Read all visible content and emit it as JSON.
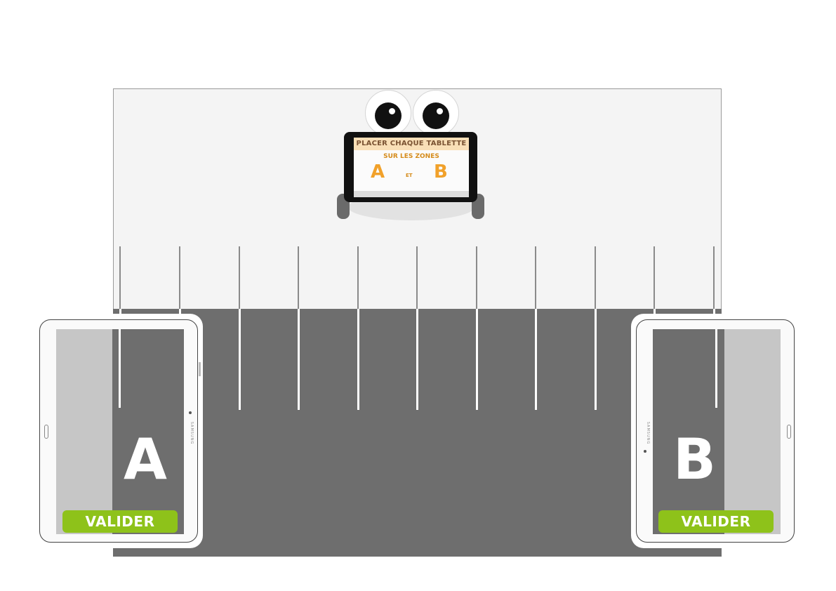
{
  "robot": {
    "line1": "PLACER CHAQUE TABLETTE",
    "line2": "SUR LES ZONES",
    "letter_a": "A",
    "connector": "ET",
    "letter_b": "B"
  },
  "tablets": [
    {
      "zone_letter": "A",
      "button_label": "VALIDER",
      "brand": "SAMSUNG"
    },
    {
      "zone_letter": "B",
      "button_label": "VALIDER",
      "brand": "SAMSUNG"
    }
  ],
  "colors": {
    "board": "#f4f4f4",
    "road": "#6e6e6e",
    "lane_lines": "#ffffff",
    "valider_button": "#8ec21a",
    "prompt_band": "#f9dfb7",
    "prompt_text": "#7a5232",
    "zone_letters_on_robot": "#f1a12a"
  },
  "icons": [
    "robot-eye-icon",
    "robot-eye-icon"
  ]
}
